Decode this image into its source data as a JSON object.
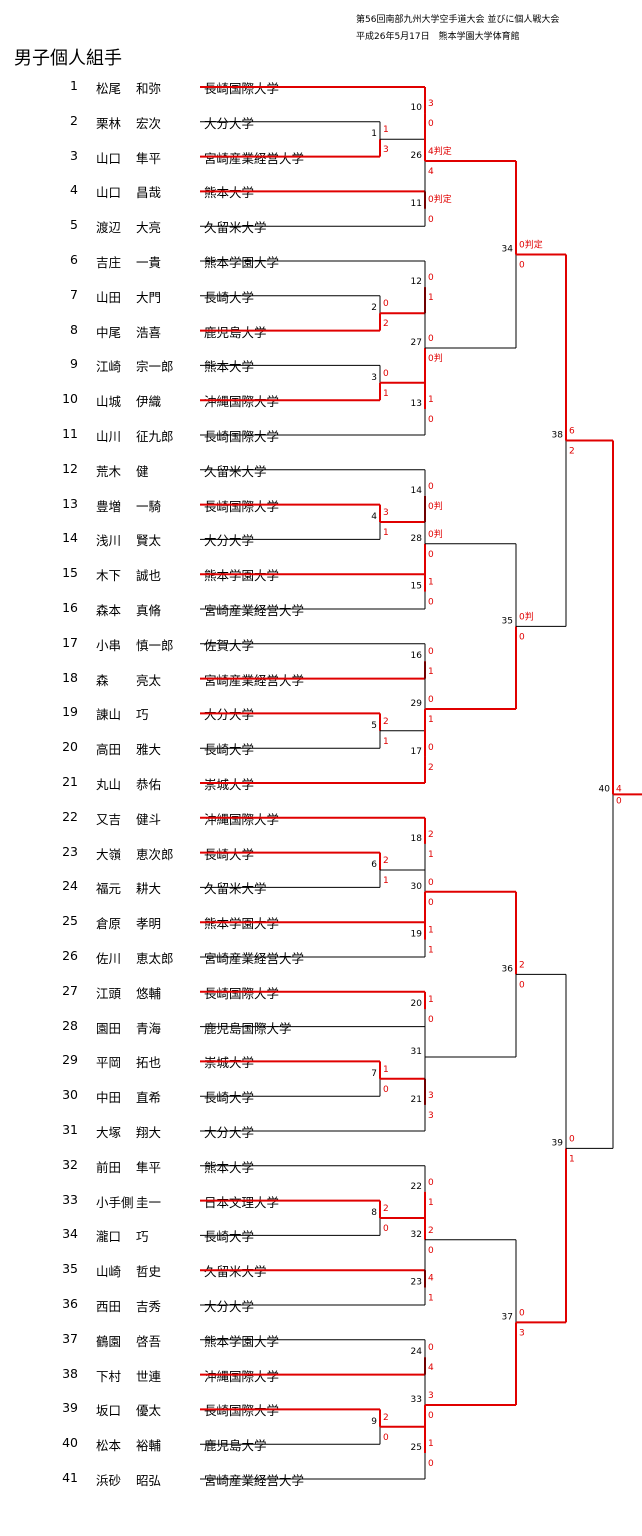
{
  "header": {
    "event": "第56回南部九州大学空手道大会 並びに個人戦大会",
    "date_venue": "平成26年5月17日　熊本学園大学体育館"
  },
  "title": "男子個人組手",
  "players": [
    {
      "no": "1",
      "family": "松尾",
      "given": "和弥",
      "univ": "長崎国際大学"
    },
    {
      "no": "2",
      "family": "栗林",
      "given": "宏次",
      "univ": "大分大学"
    },
    {
      "no": "3",
      "family": "山口",
      "given": "隼平",
      "univ": "宮崎産業経営大学"
    },
    {
      "no": "4",
      "family": "山口",
      "given": "昌哉",
      "univ": "熊本大学"
    },
    {
      "no": "5",
      "family": "渡辺",
      "given": "大亮",
      "univ": "久留米大学"
    },
    {
      "no": "6",
      "family": "吉庄",
      "given": "一貴",
      "univ": "熊本学園大学"
    },
    {
      "no": "7",
      "family": "山田",
      "given": "大門",
      "univ": "長崎大学"
    },
    {
      "no": "8",
      "family": "中尾",
      "given": "浩喜",
      "univ": "鹿児島大学"
    },
    {
      "no": "9",
      "family": "江崎",
      "given": "宗一郎",
      "univ": "熊本大学"
    },
    {
      "no": "10",
      "family": "山城",
      "given": "伊織",
      "univ": "沖縄国際大学"
    },
    {
      "no": "11",
      "family": "山川",
      "given": "征九郎",
      "univ": "長崎国際大学"
    },
    {
      "no": "12",
      "family": "荒木",
      "given": "健",
      "univ": "久留米大学"
    },
    {
      "no": "13",
      "family": "豊増",
      "given": "一騎",
      "univ": "長崎国際大学"
    },
    {
      "no": "14",
      "family": "浅川",
      "given": "賢太",
      "univ": "大分大学"
    },
    {
      "no": "15",
      "family": "木下",
      "given": "誠也",
      "univ": "熊本学園大学"
    },
    {
      "no": "16",
      "family": "森本",
      "given": "真脩",
      "univ": "宮崎産業経営大学"
    },
    {
      "no": "17",
      "family": "小串",
      "given": "慎一郎",
      "univ": "佐賀大学"
    },
    {
      "no": "18",
      "family": "森",
      "given": "亮太",
      "univ": "宮崎産業経営大学"
    },
    {
      "no": "19",
      "family": "諌山",
      "given": "巧",
      "univ": "大分大学"
    },
    {
      "no": "20",
      "family": "高田",
      "given": "雅大",
      "univ": "長崎大学"
    },
    {
      "no": "21",
      "family": "丸山",
      "given": "恭佑",
      "univ": "崇城大学"
    },
    {
      "no": "22",
      "family": "又吉",
      "given": "健斗",
      "univ": "沖縄国際大学"
    },
    {
      "no": "23",
      "family": "大嶺",
      "given": "恵次郎",
      "univ": "長崎大学"
    },
    {
      "no": "24",
      "family": "福元",
      "given": "耕大",
      "univ": "久留米大学"
    },
    {
      "no": "25",
      "family": "倉原",
      "given": "孝明",
      "univ": "熊本学園大学"
    },
    {
      "no": "26",
      "family": "佐川",
      "given": "恵太郎",
      "univ": "宮崎産業経営大学"
    },
    {
      "no": "27",
      "family": "江頭",
      "given": "悠輔",
      "univ": "長崎国際大学"
    },
    {
      "no": "28",
      "family": "園田",
      "given": "青海",
      "univ": "鹿児島国際大学"
    },
    {
      "no": "29",
      "family": "平岡",
      "given": "拓也",
      "univ": "崇城大学"
    },
    {
      "no": "30",
      "family": "中田",
      "given": "直希",
      "univ": "長崎大学"
    },
    {
      "no": "31",
      "family": "大塚",
      "given": "翔大",
      "univ": "大分大学"
    },
    {
      "no": "32",
      "family": "前田",
      "given": "隼平",
      "univ": "熊本大学"
    },
    {
      "no": "33",
      "family": "小手側",
      "given": "圭一",
      "univ": "日本文理大学"
    },
    {
      "no": "34",
      "family": "瀧口",
      "given": "巧",
      "univ": "長崎大学"
    },
    {
      "no": "35",
      "family": "山崎",
      "given": "哲史",
      "univ": "久留米大学"
    },
    {
      "no": "36",
      "family": "西田",
      "given": "吉秀",
      "univ": "大分大学"
    },
    {
      "no": "37",
      "family": "鶴園",
      "given": "啓吾",
      "univ": "熊本学園大学"
    },
    {
      "no": "38",
      "family": "下村",
      "given": "世連",
      "univ": "沖縄国際大学"
    },
    {
      "no": "39",
      "family": "坂口",
      "given": "優太",
      "univ": "長崎国際大学"
    },
    {
      "no": "40",
      "family": "松本",
      "given": "裕輔",
      "univ": "鹿児島大学"
    },
    {
      "no": "41",
      "family": "浜砂",
      "given": "昭弘",
      "univ": "宮崎産業経営大学"
    }
  ],
  "bracket": {
    "colors": {
      "line": "#000000",
      "win": "#e00000"
    },
    "matches": [
      {
        "id": "1",
        "a": "p2",
        "b": "p3",
        "win": "b",
        "sa": "1",
        "sb": "3"
      },
      {
        "id": "2",
        "a": "p7",
        "b": "p8",
        "win": "b",
        "sa": "0",
        "sb": "2"
      },
      {
        "id": "3",
        "a": "p9",
        "b": "p10",
        "win": "b",
        "sa": "0",
        "sb": "1"
      },
      {
        "id": "4",
        "a": "p13",
        "b": "p14",
        "win": "a",
        "sa": "3",
        "sb": "1"
      },
      {
        "id": "5",
        "a": "p19",
        "b": "p20",
        "win": "a",
        "sa": "2",
        "sb": "1"
      },
      {
        "id": "6",
        "a": "p23",
        "b": "p24",
        "win": "a",
        "sa": "2",
        "sb": "1"
      },
      {
        "id": "7",
        "a": "p29",
        "b": "p30",
        "win": "a",
        "sa": "1",
        "sb": "0"
      },
      {
        "id": "8",
        "a": "p33",
        "b": "p34",
        "win": "a",
        "sa": "2",
        "sb": "0"
      },
      {
        "id": "9",
        "a": "p39",
        "b": "p40",
        "win": "a",
        "sa": "2",
        "sb": "0"
      },
      {
        "id": "10",
        "a": "p1",
        "b": "m1",
        "win": "a",
        "sa": "3",
        "sb": "0"
      },
      {
        "id": "11",
        "a": "p4",
        "b": "p5",
        "win": "a",
        "sa": "0判定",
        "sb": "0"
      },
      {
        "id": "12",
        "a": "p6",
        "b": "m2",
        "win": "b",
        "sa": "0",
        "sb": "1"
      },
      {
        "id": "13",
        "a": "m3",
        "b": "p11",
        "win": "a",
        "sa": "1",
        "sb": "0"
      },
      {
        "id": "14",
        "a": "p12",
        "b": "m4",
        "win": "b",
        "sa": "0",
        "sb": "0判"
      },
      {
        "id": "15",
        "a": "p15",
        "b": "p16",
        "win": "a",
        "sa": "1",
        "sb": "0"
      },
      {
        "id": "16",
        "a": "p17",
        "b": "p18",
        "win": "b",
        "sa": "0",
        "sb": "1"
      },
      {
        "id": "17",
        "a": "m5",
        "b": "p21",
        "win": "b",
        "sa": "0",
        "sb": "2"
      },
      {
        "id": "18",
        "a": "p22",
        "b": "m6",
        "win": "a",
        "sa": "2",
        "sb": "1"
      },
      {
        "id": "19",
        "a": "p25",
        "b": "p26",
        "win": "a",
        "sa": "1",
        "sb": "1"
      },
      {
        "id": "20",
        "a": "p27",
        "b": "p28",
        "win": "a",
        "sa": "1",
        "sb": "0"
      },
      {
        "id": "21",
        "a": "m7",
        "b": "p31",
        "win": "a",
        "sa": "3",
        "sb": "3"
      },
      {
        "id": "22",
        "a": "p32",
        "b": "m8",
        "win": "b",
        "sa": "0",
        "sb": "1"
      },
      {
        "id": "23",
        "a": "p35",
        "b": "p36",
        "win": "a",
        "sa": "4",
        "sb": "1"
      },
      {
        "id": "24",
        "a": "p37",
        "b": "p38",
        "win": "b",
        "sa": "0",
        "sb": "4"
      },
      {
        "id": "25",
        "a": "m9",
        "b": "p41",
        "win": "a",
        "sa": "1",
        "sb": "0"
      },
      {
        "id": "26",
        "a": "m10",
        "b": "m11",
        "win": "a",
        "sa": "4判定",
        "sb": "4"
      },
      {
        "id": "27",
        "a": "m12",
        "b": "m13",
        "win": "b",
        "sa": "0",
        "sb": "0判"
      },
      {
        "id": "28",
        "a": "m14",
        "b": "m15",
        "win": "b",
        "sa": "0判",
        "sb": "0"
      },
      {
        "id": "29",
        "a": "m16",
        "b": "m17",
        "win": "b",
        "sa": "0",
        "sb": "1"
      },
      {
        "id": "30",
        "a": "m18",
        "b": "m19",
        "win": "b",
        "sa": "0",
        "sb": "0"
      },
      {
        "id": "31",
        "a": "m20",
        "b": "m21",
        "win": "",
        "sa": "",
        "sb": ""
      },
      {
        "id": "32",
        "a": "m22",
        "b": "m23",
        "win": "a",
        "sa": "2",
        "sb": "0"
      },
      {
        "id": "33",
        "a": "m24",
        "b": "m25",
        "win": "b",
        "sa": "3",
        "sb": "0"
      },
      {
        "id": "34",
        "a": "m26",
        "b": "m27",
        "win": "a",
        "sa": "0判定",
        "sb": "0"
      },
      {
        "id": "35",
        "a": "m28",
        "b": "m29",
        "win": "b",
        "sa": "0判",
        "sb": "0"
      },
      {
        "id": "36",
        "a": "m30",
        "b": "m31",
        "win": "a",
        "sa": "2",
        "sb": "0"
      },
      {
        "id": "37",
        "a": "m32",
        "b": "m33",
        "win": "b",
        "sa": "0",
        "sb": "3"
      },
      {
        "id": "38",
        "a": "m34",
        "b": "m35",
        "win": "a",
        "sa": "6",
        "sb": "2"
      },
      {
        "id": "39",
        "a": "m36",
        "b": "m37",
        "win": "b",
        "sa": "0",
        "sb": "1"
      },
      {
        "id": "40",
        "a": "m38",
        "b": "m39",
        "win": "a",
        "sa": "4",
        "sb": "0"
      }
    ]
  }
}
